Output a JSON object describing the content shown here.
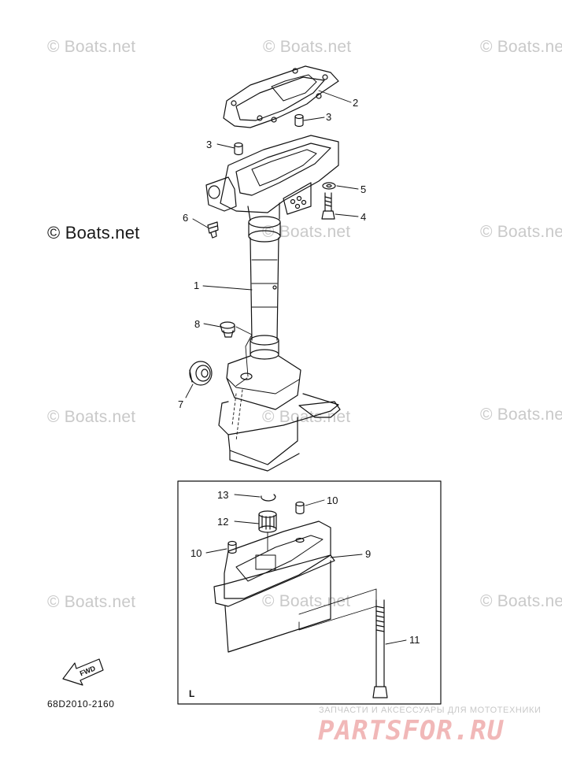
{
  "watermark_text": "© Boats.net",
  "callouts": {
    "c1": "1",
    "c2": "2",
    "c3a": "3",
    "c3b": "3",
    "c4": "4",
    "c5": "5",
    "c6": "6",
    "c7": "7",
    "c8": "8",
    "c9": "9",
    "c10a": "10",
    "c10b": "10",
    "c11": "11",
    "c12": "12",
    "c13": "13"
  },
  "forward_arrow_label": "FWD",
  "inset_box_label": "L",
  "drawing_code": "68D2010-2160",
  "seller": {
    "tagline": "ЗАПЧАСТИ И АКСЕССУАРЫ ДЛЯ МОТОТЕХНИКИ",
    "logo": "PARTSFOR.RU",
    "logo_color": "#f1b8b8"
  },
  "colors": {
    "line": "#111111",
    "watermark": "#c9c9c9"
  }
}
